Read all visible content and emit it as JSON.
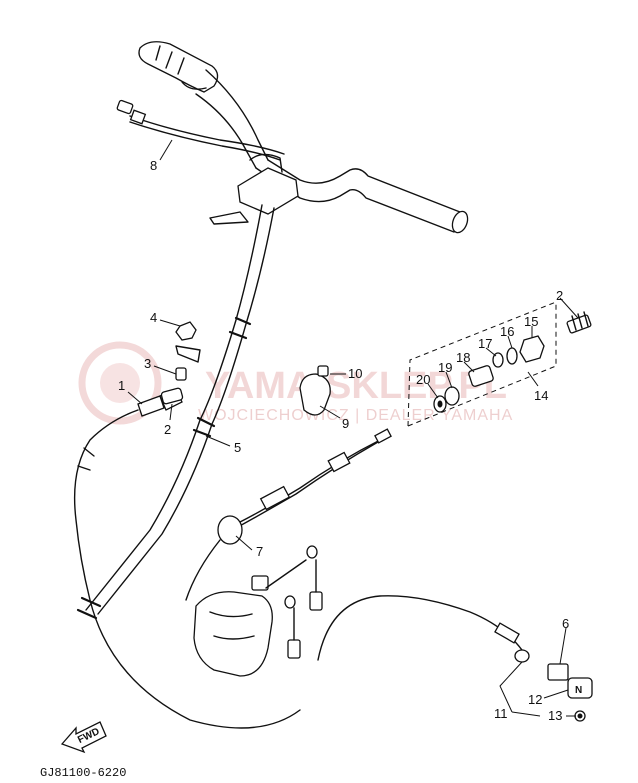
{
  "diagram": {
    "code": "GJ81100-6220",
    "fwd_label": "FWD",
    "watermark": {
      "title": "YAMA-SKLEP.PL",
      "subtitle": "WOJCIECHOWICZ | DEALER YAMAHA"
    },
    "callouts": [
      {
        "id": "c1",
        "text": "1"
      },
      {
        "id": "c2a",
        "text": "2"
      },
      {
        "id": "c2b",
        "text": "2"
      },
      {
        "id": "c3",
        "text": "3"
      },
      {
        "id": "c4",
        "text": "4"
      },
      {
        "id": "c5",
        "text": "5"
      },
      {
        "id": "c6",
        "text": "6"
      },
      {
        "id": "c7",
        "text": "7"
      },
      {
        "id": "c8",
        "text": "8"
      },
      {
        "id": "c9",
        "text": "9"
      },
      {
        "id": "c10",
        "text": "10"
      },
      {
        "id": "c11",
        "text": "11"
      },
      {
        "id": "c12",
        "text": "12"
      },
      {
        "id": "c13",
        "text": "13"
      },
      {
        "id": "c14",
        "text": "14"
      },
      {
        "id": "c15",
        "text": "15"
      },
      {
        "id": "c16",
        "text": "16"
      },
      {
        "id": "c17",
        "text": "17"
      },
      {
        "id": "c18",
        "text": "18"
      },
      {
        "id": "c19",
        "text": "19"
      },
      {
        "id": "c20",
        "text": "20"
      }
    ]
  }
}
